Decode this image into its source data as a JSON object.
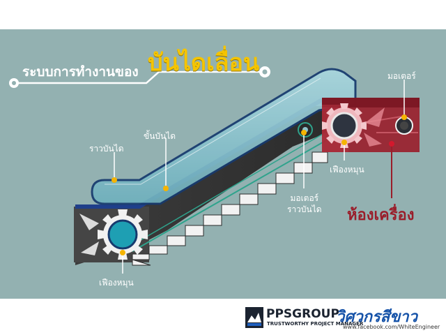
{
  "title": {
    "prefix": "ระบบการทำงานของ",
    "main": "บันไดเลื่อน"
  },
  "labels": {
    "handrail": "ราวบันได",
    "steps": "ขั้นบันได",
    "handrail_motor_line1": "มอเตอร์",
    "handrail_motor_line2": "ราวบันได",
    "gear_top": "เฟืองหมุน",
    "motor": "มอเตอร์",
    "machine_room": "ห้องเครื่อง",
    "gear_bottom": "เฟืองหมุน"
  },
  "footer": {
    "pps_name": "PPSGROUP",
    "pps_tagline": "TRUSTWORTHY PROJECT MANAGER",
    "white_engineer": "วิศวกรสีขาว",
    "url": "www.facebook.com/WhiteEngineer"
  },
  "colors": {
    "background_panel": "#93b1b1",
    "title_accent": "#f5c400",
    "machine_room": "#9a1d2a",
    "handrail_glass": "#8ec5cf",
    "gear": "#f1f1f1",
    "gear_hub": "#1e9fb3",
    "frame": "#3a3a3a",
    "rail_blue": "#1f3f8a"
  },
  "icons": [
    "pps-logo-icon",
    "gear-icon",
    "motor-icon"
  ]
}
